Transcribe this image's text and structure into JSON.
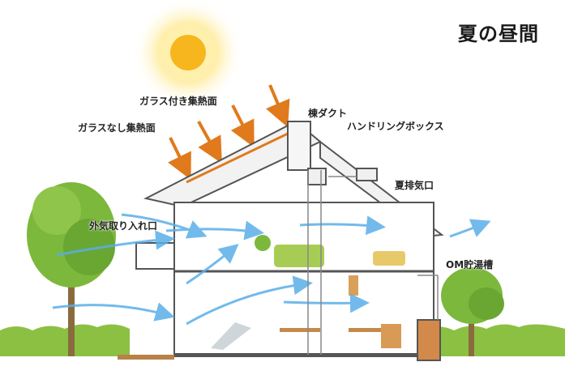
{
  "title": "夏の昼間",
  "labels": {
    "glazed_collector": "ガラス付き集熱面",
    "unglazed_collector": "ガラスなし集熱面",
    "ridge_duct": "棟ダクト",
    "handling_box": "ハンドリングボックス",
    "summer_exhaust": "夏排気口",
    "outside_air_intake": "外気取り入れ口",
    "om_tank": "OM貯湯槽"
  },
  "colors": {
    "sun": "#f7b51e",
    "airflow": "#5aaee8",
    "heat_arrows": "#e07a1c",
    "foliage": "#7cb83c",
    "outline": "#555555"
  }
}
